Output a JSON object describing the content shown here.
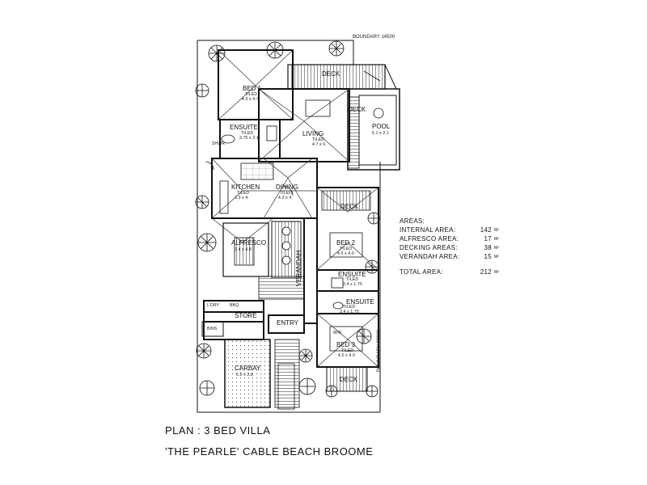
{
  "rooms": {
    "bed1": {
      "name": "BED 1",
      "finish": "TILED",
      "size": "4.0 x 4.7"
    },
    "ensuite1": {
      "name": "ENSUITE",
      "finish": "TILED",
      "size": "3.75 x 2.1"
    },
    "living": {
      "name": "LIVING",
      "finish": "TILED",
      "size": "4.7 x 6."
    },
    "pool": {
      "name": "POOL",
      "size": "5.1 x 2.1"
    },
    "deck_top": "DECK",
    "deck_side": "DECK",
    "deck_mid": "DECK",
    "deck_bottom": "DECK",
    "kitchen": {
      "name": "KITCHEN",
      "finish": "TILED",
      "size": "3.3 x 4."
    },
    "dining": {
      "name": "DINING",
      "finish": "TILED",
      "size": "4.2 x 4."
    },
    "alfresco": {
      "name": "ALFRESCO",
      "size": "3.4 x 4.8"
    },
    "bed2": {
      "name": "BED 2",
      "finish": "TILED",
      "size": "4.0 x 4.0"
    },
    "ensuite2": {
      "name": "ENSUITE",
      "finish": "TILED",
      "size": "3.4 x 1.75"
    },
    "ensuite3": {
      "name": "ENSUITE",
      "finish": "TILED",
      "size": "3.4 x 1.75"
    },
    "bed3": {
      "name": "BED 3",
      "finish": "TILED",
      "size": "4.0 x 4.0"
    },
    "verandah": "VERANDAH",
    "entry": "ENTRY",
    "store": "STORE",
    "ldry": "L'DRY",
    "bbq": "BBQ",
    "shwr": "SHWR",
    "carbay": {
      "name": "CARBAY",
      "size": "5.5 x 2.8"
    },
    "bins": "BINS",
    "wir": "W/R"
  },
  "boundary_top": "BOUNDARY 14500",
  "boundary_right": "BOUNDARY 28000",
  "areas": {
    "title": "AREAS:",
    "rows": [
      {
        "name": "INTERNAL AREA:",
        "value": "142",
        "unit": "M²"
      },
      {
        "name": "ALFRESCO AREA:",
        "value": "17",
        "unit": "M²"
      },
      {
        "name": "DECKING AREAS:",
        "value": "38",
        "unit": "M²"
      },
      {
        "name": "VERANDAH AREA:",
        "value": "15",
        "unit": "M²"
      }
    ],
    "total": {
      "name": "TOTAL AREA:",
      "value": "212",
      "unit": "M²"
    }
  },
  "caption": {
    "line1": "PLAN : 3 BED VILLA",
    "line2": "'THE PEARLE' CABLE BEACH BROOME"
  }
}
